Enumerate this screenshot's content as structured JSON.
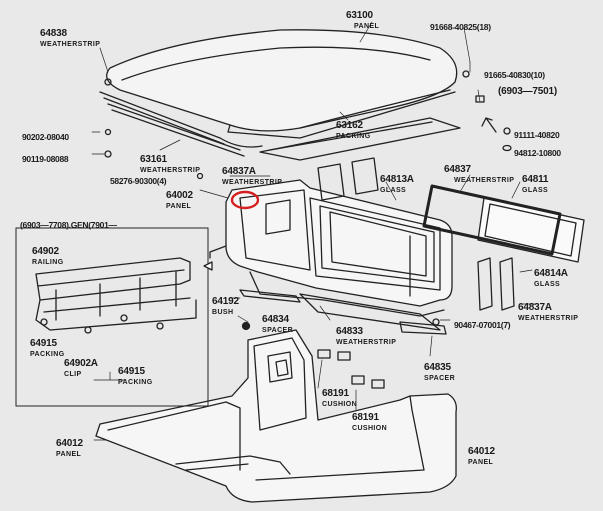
{
  "labels": {
    "p63100": {
      "num": "63100",
      "desc": "PANEL"
    },
    "p64838": {
      "num": "64838",
      "desc": "WEATHERSTRIP"
    },
    "p91668": {
      "num": "91668-40825(18)"
    },
    "p91665": {
      "num": "91665-40830(10)"
    },
    "p6903_7501": {
      "num": "(6903—7501)"
    },
    "p91111": {
      "num": "91111-40820"
    },
    "p94812": {
      "num": "94812-10800"
    },
    "p90202": {
      "num": "90202-08040"
    },
    "p90119": {
      "num": "90119-08088"
    },
    "p63161": {
      "num": "63161",
      "desc": "WEATHERSTRIP"
    },
    "p63162": {
      "num": "63162",
      "desc": "PACKING"
    },
    "p64837A_top": {
      "num": "64837A",
      "desc": "WEATHERSTRIP"
    },
    "p58276": {
      "num": "58276-90300(4)"
    },
    "p64002": {
      "num": "64002",
      "desc": "PANEL"
    },
    "p64813A": {
      "num": "64813A",
      "desc": "GLASS"
    },
    "p64837": {
      "num": "64837",
      "desc": "WEATHERSTRIP"
    },
    "p64811": {
      "num": "64811",
      "desc": "GLASS"
    },
    "p6903_7708": {
      "num": "(6903—7708).GEN(7901—"
    },
    "p64902": {
      "num": "64902",
      "desc": "RAILING"
    },
    "p64915_a": {
      "num": "64915",
      "desc": "PACKING"
    },
    "p64902A": {
      "num": "64902A",
      "desc": "CLIP"
    },
    "p64915_b": {
      "num": "64915",
      "desc": "PACKING"
    },
    "p64192": {
      "num": "64192",
      "desc": "BUSH"
    },
    "p64834": {
      "num": "64834",
      "desc": "SPACER"
    },
    "p64833": {
      "num": "64833",
      "desc": "WEATHERSTRIP"
    },
    "p64814A": {
      "num": "64814A",
      "desc": "GLASS"
    },
    "p64837A_r": {
      "num": "64837A",
      "desc": "WEATHERSTRIP"
    },
    "p90467": {
      "num": "90467-07001(7)"
    },
    "p64835": {
      "num": "64835",
      "desc": "SPACER"
    },
    "p68191_a": {
      "num": "68191",
      "desc": "CUSHION"
    },
    "p68191_b": {
      "num": "68191",
      "desc": "CUSHION"
    },
    "p64012_l": {
      "num": "64012",
      "desc": "PANEL"
    },
    "p64012_r": {
      "num": "64012",
      "desc": "PANEL"
    }
  },
  "colors": {
    "line": "#222222",
    "background": "#e9e9e9",
    "highlight": "#d62020"
  }
}
